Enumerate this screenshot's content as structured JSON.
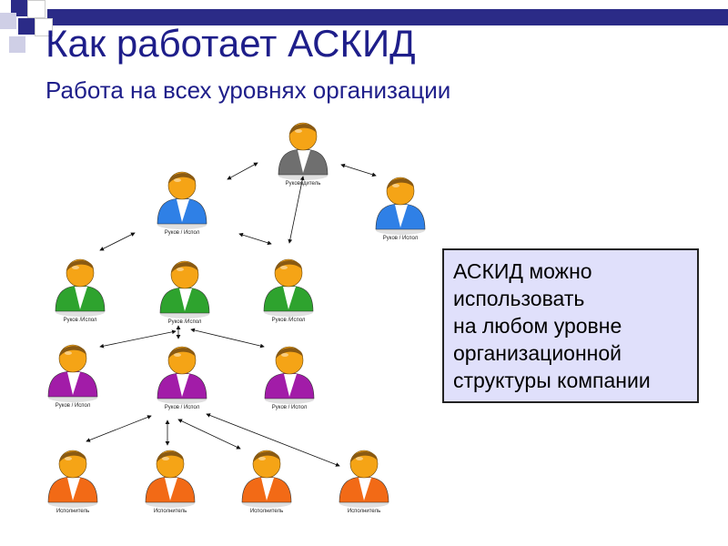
{
  "slide": {
    "title": "Как работает АСКИД",
    "subtitle": "Работа на всех уровнях организации"
  },
  "info_box": {
    "lines": [
      "АСКИД можно",
      "использовать",
      "на любом уровне",
      "организационной",
      "структуры компании"
    ]
  },
  "colors": {
    "title": "#1e1e8a",
    "box_fill": "#e0e0fb",
    "head": "#f5a416",
    "hair": "#8a5a12",
    "manager": "#6f6f6f",
    "level1": "#2f80e6",
    "level2": "#2ea32e",
    "level3": "#a21ca8",
    "executor": "#f26a16"
  },
  "nodes": [
    {
      "id": "manager",
      "label": "Руководитель",
      "role": "manager"
    },
    {
      "id": "l1a",
      "label": "Руков / Испол",
      "role": "level1"
    },
    {
      "id": "l1b",
      "label": "Руков / Испол",
      "role": "level1"
    },
    {
      "id": "l2a",
      "label": "Руков /Испол",
      "role": "level2"
    },
    {
      "id": "l2b",
      "label": "Руков /Испол",
      "role": "level2"
    },
    {
      "id": "l2c",
      "label": "Руков /Испол",
      "role": "level2"
    },
    {
      "id": "l3a",
      "label": "Руков / Испол",
      "role": "level3"
    },
    {
      "id": "l3b",
      "label": "Руков / Испол",
      "role": "level3"
    },
    {
      "id": "l3c",
      "label": "Руков / Испол",
      "role": "level3"
    },
    {
      "id": "e1",
      "label": "Исполнитель",
      "role": "executor"
    },
    {
      "id": "e2",
      "label": "Исполнитель",
      "role": "executor"
    },
    {
      "id": "e3",
      "label": "Исполнитель",
      "role": "executor"
    },
    {
      "id": "e4",
      "label": "Исполнитель",
      "role": "executor"
    }
  ]
}
